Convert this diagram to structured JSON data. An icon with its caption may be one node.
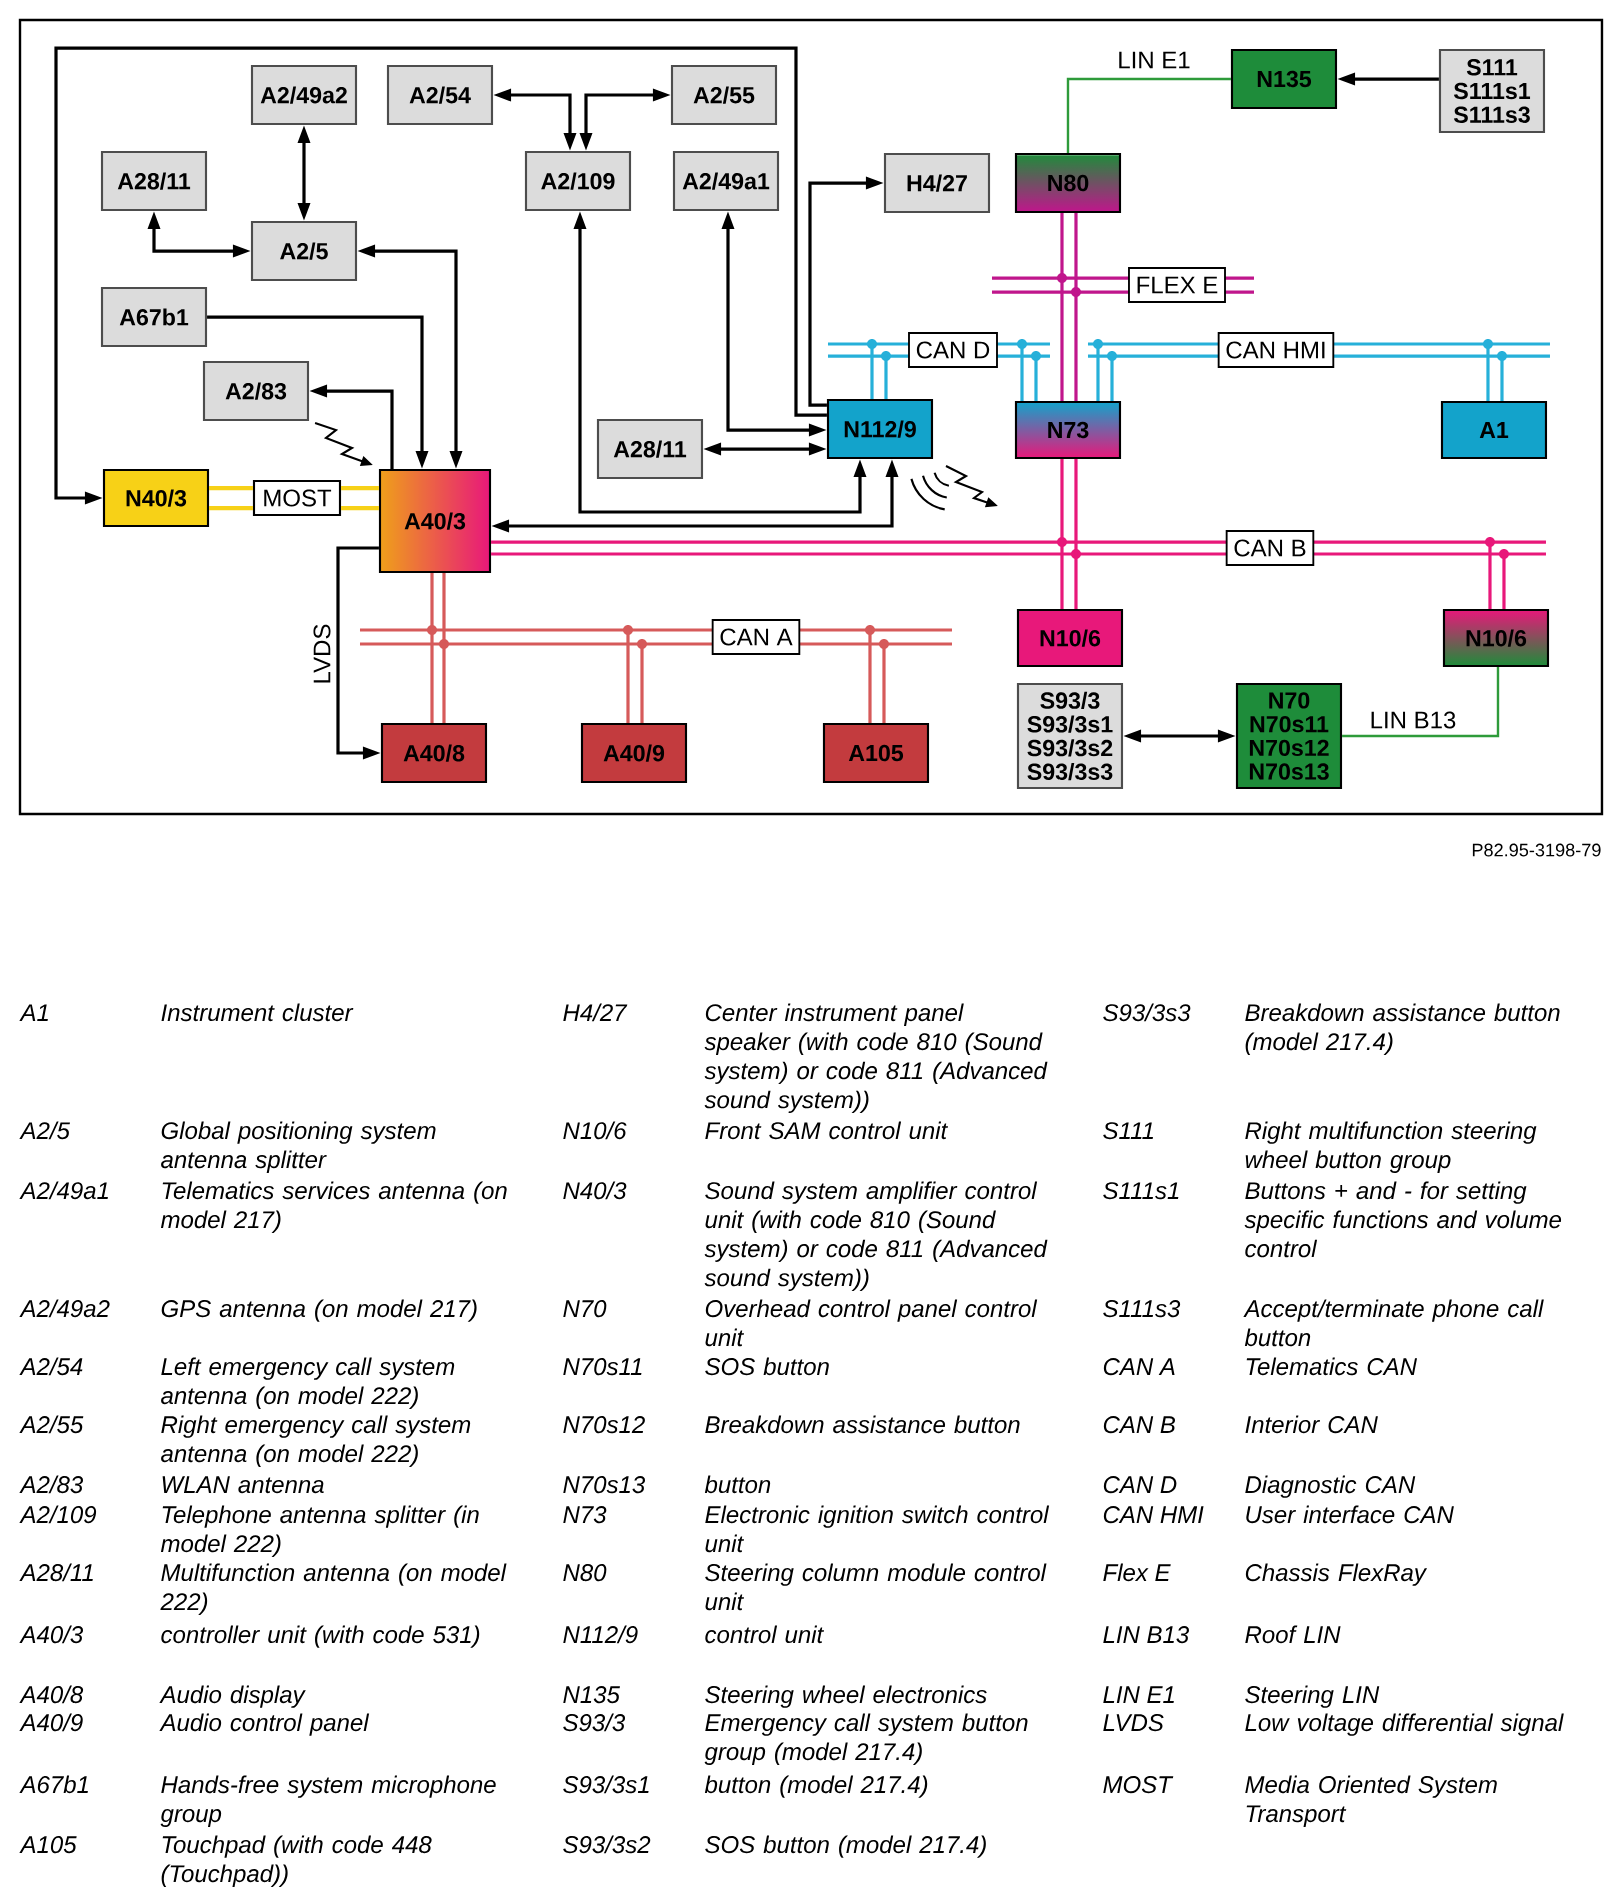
{
  "diagram": {
    "nodes": [
      {
        "text": [
          "A2/49a2"
        ]
      },
      {
        "text": [
          "A2/54"
        ]
      },
      {
        "text": [
          "A2/55"
        ]
      },
      {
        "text": [
          "N135"
        ]
      },
      {
        "text": [
          "S111",
          "S111s1",
          "S111s3"
        ]
      },
      {
        "text": [
          "A28/11"
        ]
      },
      {
        "text": [
          "A2/109"
        ]
      },
      {
        "text": [
          "A2/49a1"
        ]
      },
      {
        "text": [
          "H4/27"
        ]
      },
      {
        "text": [
          "N80"
        ]
      },
      {
        "text": [
          "A2/5"
        ]
      },
      {
        "text": [
          "FLEX E"
        ]
      },
      {
        "text": [
          "A67b1"
        ]
      },
      {
        "text": [
          "CAN D"
        ]
      },
      {
        "text": [
          "CAN HMI"
        ]
      },
      {
        "text": [
          "A2/83"
        ]
      },
      {
        "text": [
          "N112/9"
        ]
      },
      {
        "text": [
          "N73"
        ]
      },
      {
        "text": [
          "A1"
        ]
      },
      {
        "text": [
          "A28/11"
        ]
      },
      {
        "text": [
          "N40/3"
        ]
      },
      {
        "text": [
          "MOST"
        ]
      },
      {
        "text": [
          "A40/3"
        ]
      },
      {
        "text": [
          "CAN B"
        ]
      },
      {
        "text": [
          "N10/6"
        ]
      },
      {
        "text": [
          "N10/6"
        ]
      },
      {
        "text": [
          "CAN A"
        ]
      },
      {
        "text": [
          "S93/3",
          "S93/3s1",
          "S93/3s2",
          "S93/3s3"
        ]
      },
      {
        "text": [
          "N70",
          "N70s11",
          "N70s12",
          "N70s13"
        ]
      },
      {
        "text": [
          "A40/8"
        ]
      },
      {
        "text": [
          "A40/9"
        ]
      },
      {
        "text": [
          "A105"
        ]
      }
    ],
    "edges": [
      {
        "from": 0,
        "to": 10,
        "arrow": "both"
      },
      {
        "from": 5,
        "to": 10,
        "arrow": "both"
      },
      {
        "from": 10,
        "to": 22,
        "arrow": "both"
      },
      {
        "from": 12,
        "to": 22,
        "arrow": "to"
      },
      {
        "from": 22,
        "to": 15,
        "arrow": "to"
      },
      {
        "from": 1,
        "to": 6,
        "arrow": "both"
      },
      {
        "from": 2,
        "to": 6,
        "arrow": "both"
      },
      {
        "from": 6,
        "to": 16,
        "arrow": "both"
      },
      {
        "from": 7,
        "to": 16,
        "arrow": "both"
      },
      {
        "from": 19,
        "to": 16,
        "arrow": "both"
      },
      {
        "from": 16,
        "to": 20,
        "arrow": "to"
      },
      {
        "from": 16,
        "to": 8,
        "arrow": "to"
      },
      {
        "from": 16,
        "to": 22,
        "arrow": "both"
      },
      {
        "from": 4,
        "to": 3,
        "arrow": "to"
      },
      {
        "from": 27,
        "to": 28,
        "arrow": "both"
      },
      {
        "from": 9,
        "to": 3,
        "arrow": "none",
        "label": "LIN E1",
        "color": "#2e9b3a"
      },
      {
        "from": 28,
        "to": 25,
        "arrow": "none",
        "label": "LIN B13",
        "color": "#2e9b3a"
      },
      {
        "from": 20,
        "to": 21,
        "arrow": "none",
        "color": "#f7d117"
      },
      {
        "from": 21,
        "to": 22,
        "arrow": "none",
        "color": "#f7d117"
      },
      {
        "from": 22,
        "to": 29,
        "arrow": "to",
        "label": "LVDS"
      },
      {
        "from": 9,
        "to": 11,
        "arrow": "none",
        "color": "#c0168c"
      },
      {
        "from": 17,
        "to": 11,
        "arrow": "none",
        "color": "#c0168c"
      },
      {
        "from": 16,
        "to": 13,
        "arrow": "none",
        "color": "#26b0d9"
      },
      {
        "from": 17,
        "to": 13,
        "arrow": "none",
        "color": "#26b0d9"
      },
      {
        "from": 17,
        "to": 14,
        "arrow": "none",
        "color": "#26b0d9"
      },
      {
        "from": 18,
        "to": 14,
        "arrow": "none",
        "color": "#26b0d9"
      },
      {
        "from": 22,
        "to": 23,
        "arrow": "none",
        "color": "#e8187a"
      },
      {
        "from": 17,
        "to": 23,
        "arrow": "none",
        "color": "#e8187a"
      },
      {
        "from": 24,
        "to": 23,
        "arrow": "none",
        "color": "#e8187a"
      },
      {
        "from": 25,
        "to": 23,
        "arrow": "none",
        "color": "#e8187a"
      },
      {
        "from": 22,
        "to": 26,
        "arrow": "none",
        "color": "#d65a5a"
      },
      {
        "from": 29,
        "to": 26,
        "arrow": "none",
        "color": "#d65a5a"
      },
      {
        "from": 30,
        "to": 26,
        "arrow": "none",
        "color": "#d65a5a"
      },
      {
        "from": 31,
        "to": 26,
        "arrow": "none",
        "color": "#d65a5a"
      },
      {
        "from": 15,
        "to": 22,
        "arrow": "to"
      }
    ],
    "labels": [
      "P82.95-3198-79",
      "A1",
      "Instrument cluster",
      "H4/27",
      "Center instrument panel speaker (with code 810 (Sound system) or code 811 (Advanced sound system))",
      "S93/3s3",
      "Breakdown assistance button (model 217.4)",
      "A2/5",
      "Global positioning system antenna splitter",
      "N10/6",
      "Front SAM control unit",
      "S111",
      "Right multifunction steering wheel button group",
      "A2/49a1",
      "Telematics services antenna (on model 217)",
      "N40/3",
      "Sound system amplifier control unit (with code 810 (Sound system) or code 811 (Advanced sound system))",
      "S111s1",
      "Buttons + and - for setting specific functions and volume control",
      "A2/49a2",
      "GPS antenna (on model 217)",
      "N70",
      "Overhead control panel control unit",
      "S111s3",
      "Accept/terminate phone call button",
      "A2/54",
      "Left emergency call system antenna (on model 222)",
      "N70s11",
      "SOS button",
      "CAN A",
      "Telematics CAN",
      "A2/55",
      "Right emergency call system antenna (on model 222)",
      "N70s12",
      "Breakdown assistance button",
      "CAN B",
      "Interior CAN",
      "A2/83",
      "WLAN antenna",
      "N70s13",
      "button",
      "CAN D",
      "Diagnostic CAN",
      "A2/109",
      "Telephone antenna splitter (in model 222)",
      "N73",
      "Electronic ignition switch control unit",
      "CAN HMI",
      "User interface CAN",
      "A28/11",
      "Multifunction antenna (on model 222)",
      "N80",
      "Steering column module control unit",
      "Flex E",
      "Chassis FlexRay",
      "A40/3",
      "controller unit (with code 531)",
      "N112/9",
      "control unit",
      "LIN B13",
      "Roof LIN",
      "A40/8",
      "Audio display",
      "N135",
      "Steering wheel electronics",
      "LIN E1",
      "Steering LIN",
      "A40/9",
      "Audio control panel",
      "S93/3",
      "Emergency call system button group (model 217.4)",
      "LVDS",
      "Low voltage differential signal",
      "A67b1",
      "Hands-free system microphone group",
      "S93/3s1",
      "button (model 217.4)",
      "MOST",
      "Media Oriented System Transport",
      "A105",
      "Touchpad (with code 448 (Touchpad))",
      "S93/3s2",
      "SOS button (model 217.4)"
    ]
  }
}
